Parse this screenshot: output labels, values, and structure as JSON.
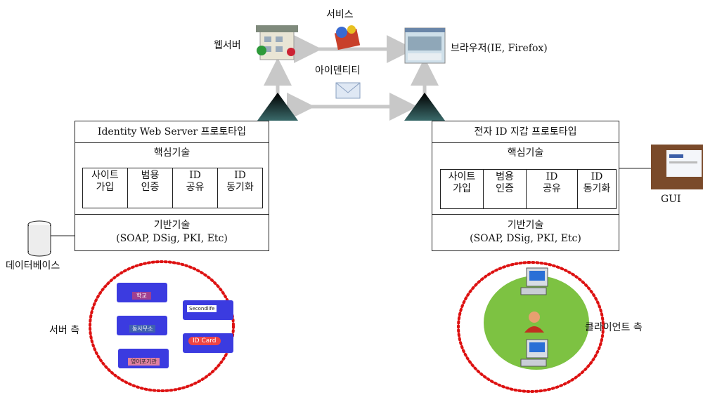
{
  "top": {
    "service": "서비스",
    "webserver": "웹서버",
    "browser": "브라우저(IE, Firefox)",
    "identity": "아이덴티티"
  },
  "left_box": {
    "title": "Identity Web Server 프로토타입",
    "core": "핵심기술",
    "cells": [
      {
        "l1": "사이트",
        "l2": "가입"
      },
      {
        "l1": "범용",
        "l2": "인증"
      },
      {
        "l1": "ID",
        "l2": "공유"
      },
      {
        "l1": "ID",
        "l2": "동기화"
      }
    ],
    "base": "기반기술",
    "base_detail": "(SOAP, DSig, PKI, Etc)"
  },
  "right_box": {
    "title": "전자 ID 지갑 프로토타입",
    "core": "핵심기술",
    "cells": [
      {
        "l1": "사이트",
        "l2": "가입"
      },
      {
        "l1": "범용",
        "l2": "인증"
      },
      {
        "l1": "ID",
        "l2": "공유"
      },
      {
        "l1": "ID",
        "l2": "동기화"
      }
    ],
    "base": "기반기술",
    "base_detail": "(SOAP, DSig, PKI, Etc)"
  },
  "database": "데이터베이스",
  "gui": "GUI",
  "server_side": "서버 측",
  "client_side": "클라이언트 측",
  "cards": [
    "학교",
    "동사무소",
    "영어포기관",
    "Secondlife",
    "ID Card"
  ],
  "colors": {
    "dotted": "#dd1111",
    "client_fill": "#7dc242",
    "card": "#3b3be0"
  }
}
